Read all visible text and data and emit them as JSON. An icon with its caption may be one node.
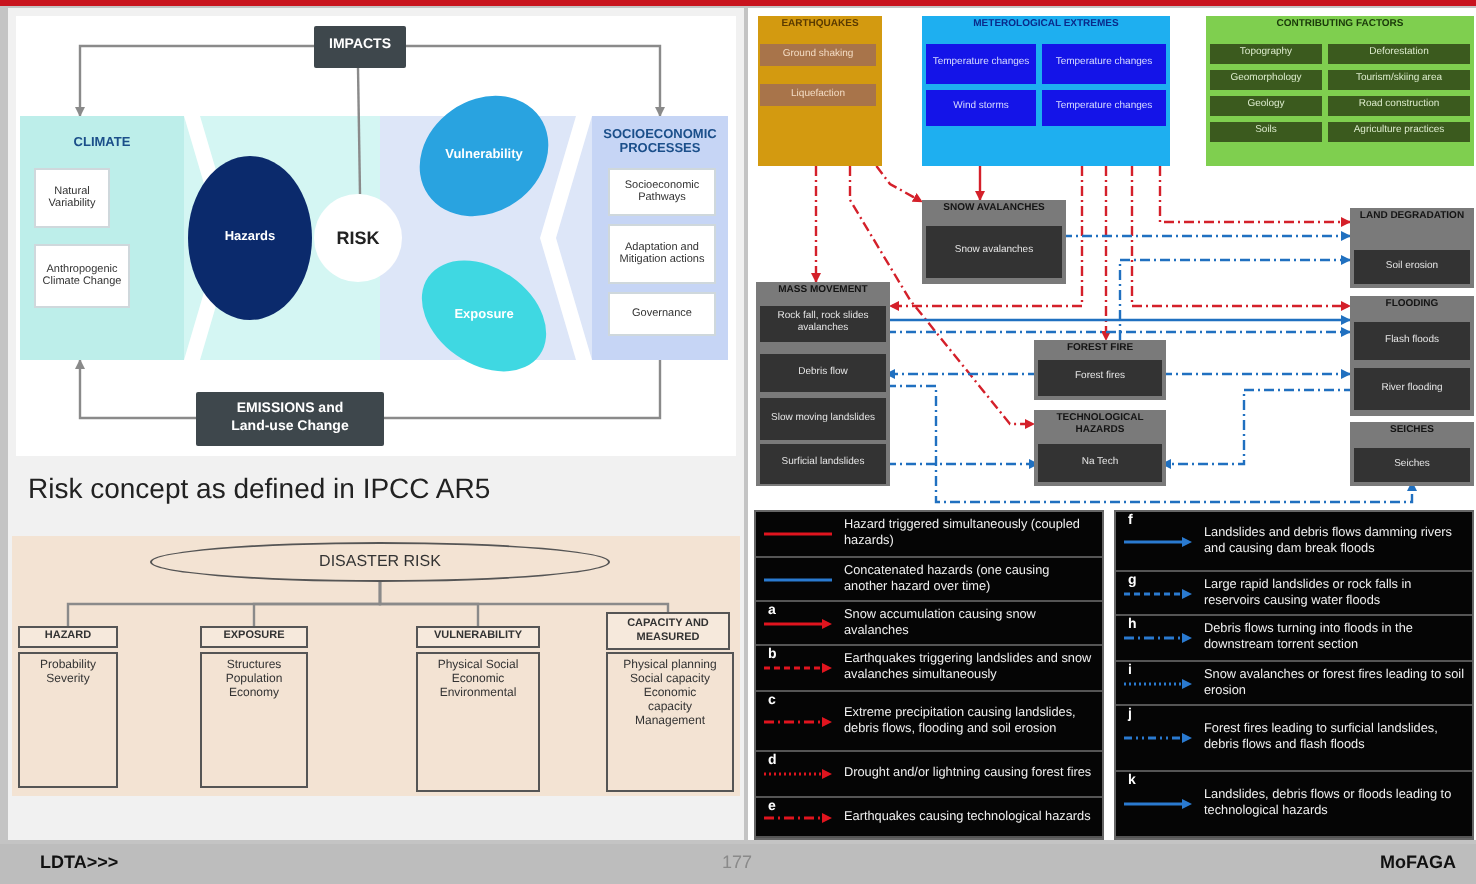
{
  "diagram": {
    "nodes": [
      {
        "text": [
          "IMPACTS"
        ]
      },
      {
        "text": [
          "CLIMATE"
        ]
      },
      {
        "text": [
          "Natural Variability"
        ],
        "in": 1
      },
      {
        "text": [
          "Anthropogenic Climate Change"
        ],
        "in": 1
      },
      {
        "text": [
          "Vulnerability"
        ]
      },
      {
        "text": [
          "Hazards"
        ]
      },
      {
        "text": [
          "RISK"
        ]
      },
      {
        "text": [
          "SOCIOECONOMIC PROCESSES"
        ]
      },
      {
        "text": [
          "Socioeconomic Pathways"
        ],
        "in": 7
      },
      {
        "text": [
          "Adaptation and Mitigation actions"
        ],
        "in": 7
      },
      {
        "text": [
          "Governance"
        ],
        "in": 7
      },
      {
        "text": [
          "Exposure"
        ]
      },
      {
        "text": [
          "EMISSIONS and Land-use Change"
        ]
      },
      {
        "text": [
          "DISASTER RISK"
        ]
      },
      {
        "text": [
          "HAZARD"
        ]
      },
      {
        "text": [
          "EXPOSURE"
        ]
      },
      {
        "text": [
          "VULNERABILITY"
        ]
      },
      {
        "text": [
          "CAPACITY AND MEASURED"
        ]
      },
      {
        "text": [
          "Probability Severity"
        ]
      },
      {
        "text": [
          "Structures Population Economy"
        ]
      },
      {
        "text": [
          "Physical Social Economic Environmental"
        ]
      },
      {
        "text": [
          "Physical planning Social capacity Economic capacity Management"
        ]
      },
      {
        "text": [
          "EARTHQUAKES"
        ]
      },
      {
        "text": [
          "Ground shaking"
        ],
        "in": 22
      },
      {
        "text": [
          "Liquefaction"
        ],
        "in": 22
      },
      {
        "text": [
          "METEROLOGICAL EXTREMES"
        ]
      },
      {
        "text": [
          "Temperature changes"
        ],
        "in": 25
      },
      {
        "text": [
          "Temperature changes"
        ],
        "in": 25
      },
      {
        "text": [
          "Wind storms"
        ],
        "in": 25
      },
      {
        "text": [
          "Temperature changes"
        ],
        "in": 25
      },
      {
        "text": [
          "CONTRIBUTING FACTORS"
        ]
      },
      {
        "text": [
          "Topography"
        ],
        "in": 30
      },
      {
        "text": [
          "Deforestation"
        ],
        "in": 30
      },
      {
        "text": [
          "Geomorphology"
        ],
        "in": 30
      },
      {
        "text": [
          "Tourism/skiing area"
        ],
        "in": 30
      },
      {
        "text": [
          "Geology"
        ],
        "in": 30
      },
      {
        "text": [
          "Road construction"
        ],
        "in": 30
      },
      {
        "text": [
          "Soils"
        ],
        "in": 30
      },
      {
        "text": [
          "Agriculture practices"
        ],
        "in": 30
      },
      {
        "text": [
          "SNOW AVALANCHES"
        ]
      },
      {
        "text": [
          "Snow avalanches"
        ],
        "in": 39
      },
      {
        "text": [
          "LAND DEGRADATION"
        ]
      },
      {
        "text": [
          "Soil erosion"
        ],
        "in": 41
      },
      {
        "text": [
          "MASS MOVEMENT"
        ]
      },
      {
        "text": [
          "Rock fall, rock slides avalanches"
        ],
        "in": 43
      },
      {
        "text": [
          "Debris flow"
        ],
        "in": 43
      },
      {
        "text": [
          "Slow moving landslides"
        ],
        "in": 43
      },
      {
        "text": [
          "Surficial landslides"
        ],
        "in": 43
      },
      {
        "text": [
          "FLOODING"
        ]
      },
      {
        "text": [
          "Flash floods"
        ],
        "in": 48
      },
      {
        "text": [
          "River flooding"
        ],
        "in": 48
      },
      {
        "text": [
          "FOREST FIRE"
        ]
      },
      {
        "text": [
          "Forest fires"
        ],
        "in": 51
      },
      {
        "text": [
          "TECHNOLOGICAL HAZARDS"
        ]
      },
      {
        "text": [
          "Na Tech"
        ],
        "in": 53
      },
      {
        "text": [
          "SEICHES"
        ]
      },
      {
        "text": [
          "Seiches"
        ],
        "in": 55
      }
    ],
    "edges": [
      {
        "from": 0,
        "to": 1,
        "arrow": "to"
      },
      {
        "from": 0,
        "to": 7,
        "arrow": "to"
      },
      {
        "from": 0,
        "to": 6,
        "arrow": "none"
      },
      {
        "from": 12,
        "to": 1,
        "arrow": "to"
      },
      {
        "from": 7,
        "to": 12,
        "arrow": "none"
      },
      {
        "from": 13,
        "to": 14,
        "arrow": "none"
      },
      {
        "from": 13,
        "to": 15,
        "arrow": "none"
      },
      {
        "from": 13,
        "to": 16,
        "arrow": "none"
      },
      {
        "from": 13,
        "to": 17,
        "arrow": "none"
      },
      {
        "from": 22,
        "to": 43,
        "arrow": "to",
        "style": "dashed",
        "color": "#d4202a"
      },
      {
        "from": 22,
        "to": 39,
        "arrow": "to",
        "style": "dashed",
        "color": "#d4202a"
      },
      {
        "from": 22,
        "to": 53,
        "arrow": "to",
        "style": "dashed",
        "color": "#d4202a"
      },
      {
        "from": 25,
        "to": 39,
        "arrow": "to",
        "color": "#d4202a"
      },
      {
        "from": 25,
        "to": 41,
        "arrow": "to",
        "style": "dashed",
        "color": "#d4202a"
      },
      {
        "from": 25,
        "to": 43,
        "arrow": "to",
        "style": "dashed",
        "color": "#d4202a"
      },
      {
        "from": 25,
        "to": 51,
        "arrow": "to",
        "style": "dashed",
        "color": "#d4202a"
      },
      {
        "from": 25,
        "to": 48,
        "arrow": "to",
        "style": "dashed",
        "color": "#d4202a"
      },
      {
        "from": 40,
        "to": 41,
        "arrow": "to",
        "style": "dashed",
        "color": "#2070c0"
      },
      {
        "from": 51,
        "to": 41,
        "arrow": "to",
        "style": "dashed",
        "color": "#2070c0"
      },
      {
        "from": 44,
        "to": 48,
        "arrow": "to",
        "color": "#2070c0"
      },
      {
        "from": 44,
        "to": 48,
        "arrow": "to",
        "style": "dashed",
        "color": "#2070c0"
      },
      {
        "from": 52,
        "to": 45,
        "arrow": "to",
        "style": "dashed",
        "color": "#2070c0"
      },
      {
        "from": 52,
        "to": 48,
        "arrow": "to",
        "style": "dashed",
        "color": "#2070c0"
      },
      {
        "from": 50,
        "to": 54,
        "arrow": "to",
        "style": "dashed",
        "color": "#2070c0"
      },
      {
        "from": 47,
        "to": 54,
        "arrow": "to",
        "style": "dashed",
        "color": "#2070c0"
      },
      {
        "from": 45,
        "to": 56,
        "arrow": "to",
        "style": "dashed",
        "color": "#2070c0"
      }
    ],
    "labels": [
      "Risk concept as defined in IPCC AR5",
      "a",
      "b",
      "c",
      "d",
      "e",
      "f",
      "g",
      "h",
      "i",
      "j",
      "k",
      "LDTA>>>",
      "177",
      "MoFAGA"
    ],
    "legend": [
      {
        "text": "Hazard triggered simultaneously (coupled hazards)",
        "color": "#e0141e"
      },
      {
        "text": "Concatenated hazards (one causing another hazard over time)",
        "color": "#2a7ad0"
      },
      {
        "text": "Snow accumulation causing snow avalanches",
        "color": "#e0141e"
      },
      {
        "text": "Earthquakes triggering landslides and snow avalanches simultaneously",
        "color": "#e0141e"
      },
      {
        "text": "Extreme precipitation causing landslides, debris flows, flooding and soil erosion",
        "color": "#e0141e"
      },
      {
        "text": "Drought and/or lightning causing forest fires",
        "color": "#e0141e"
      },
      {
        "text": "Earthquakes causing technological hazards",
        "color": "#e0141e"
      },
      {
        "text": "Landslides and debris flows damming rivers and causing dam break floods",
        "color": "#2a7ad0"
      },
      {
        "text": "Large rapid landslides or rock falls in reservoirs causing water floods",
        "color": "#2a7ad0"
      },
      {
        "text": "Debris flows turning into floods in the downstream torrent section",
        "color": "#2a7ad0"
      },
      {
        "text": "Snow avalanches or forest fires leading to soil erosion",
        "color": "#2a7ad0"
      },
      {
        "text": "Forest fires leading to surficial landslides, debris flows and flash floods",
        "color": "#2a7ad0"
      },
      {
        "text": "Landslides, debris flows or floods leading to technological hazards",
        "color": "#2a7ad0"
      }
    ]
  }
}
